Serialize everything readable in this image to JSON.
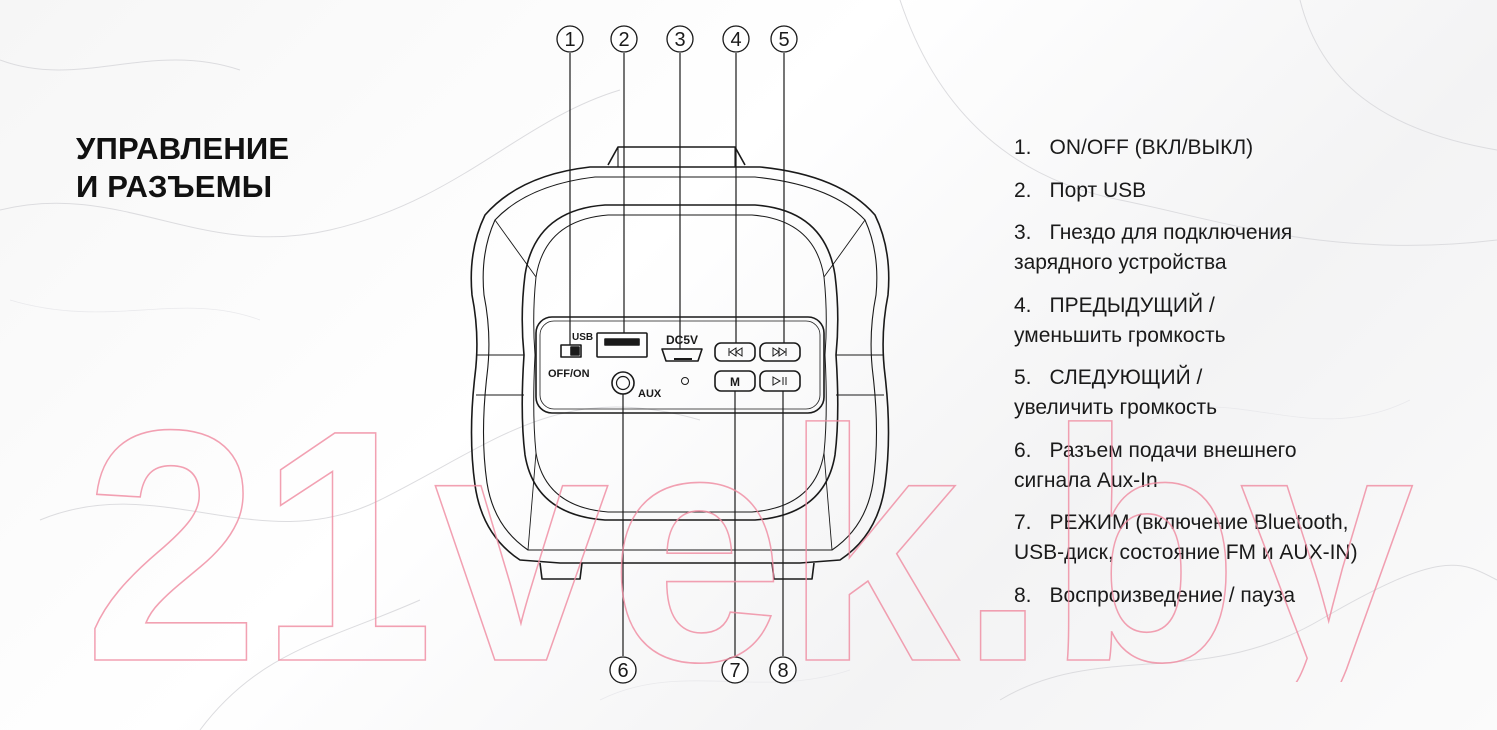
{
  "heading": {
    "line1": "УПРАВЛЕНИЕ",
    "line2": "И РАЗЪЕМЫ"
  },
  "callouts": [
    "1",
    "2",
    "3",
    "4",
    "5",
    "6",
    "7",
    "8"
  ],
  "panel_labels": {
    "usb": "USB",
    "switch": "OFF/ON",
    "dc": "DC5V",
    "aux": "AUX",
    "mode": "M"
  },
  "legend": [
    {
      "num": "1.",
      "text": "ON/OFF (ВКЛ/ВЫКЛ)"
    },
    {
      "num": "2.",
      "text": "Порт USB"
    },
    {
      "num": "3.",
      "text": "Гнездо для подключения",
      "text2": "зарядного устройства"
    },
    {
      "num": "4.",
      "text": "ПРЕДЫДУЩИЙ /",
      "text2": "уменьшить громкость"
    },
    {
      "num": "5.",
      "text": "СЛЕДУЮЩИЙ /",
      "text2": "увеличить громкость"
    },
    {
      "num": "6.",
      "text": "Разъем подачи внешнего",
      "text2": "сигнала Aux-In"
    },
    {
      "num": "7.",
      "text": "РЕЖИМ (включение Bluetooth,",
      "text2": "USB-диск, состояние FM и AUX-IN)"
    },
    {
      "num": "8.",
      "text": "Воспроизведение / пауза"
    }
  ],
  "watermark": "21vek.by",
  "colors": {
    "watermark": "#f08aa0",
    "line": "#1a1a1a",
    "text": "#111111"
  }
}
